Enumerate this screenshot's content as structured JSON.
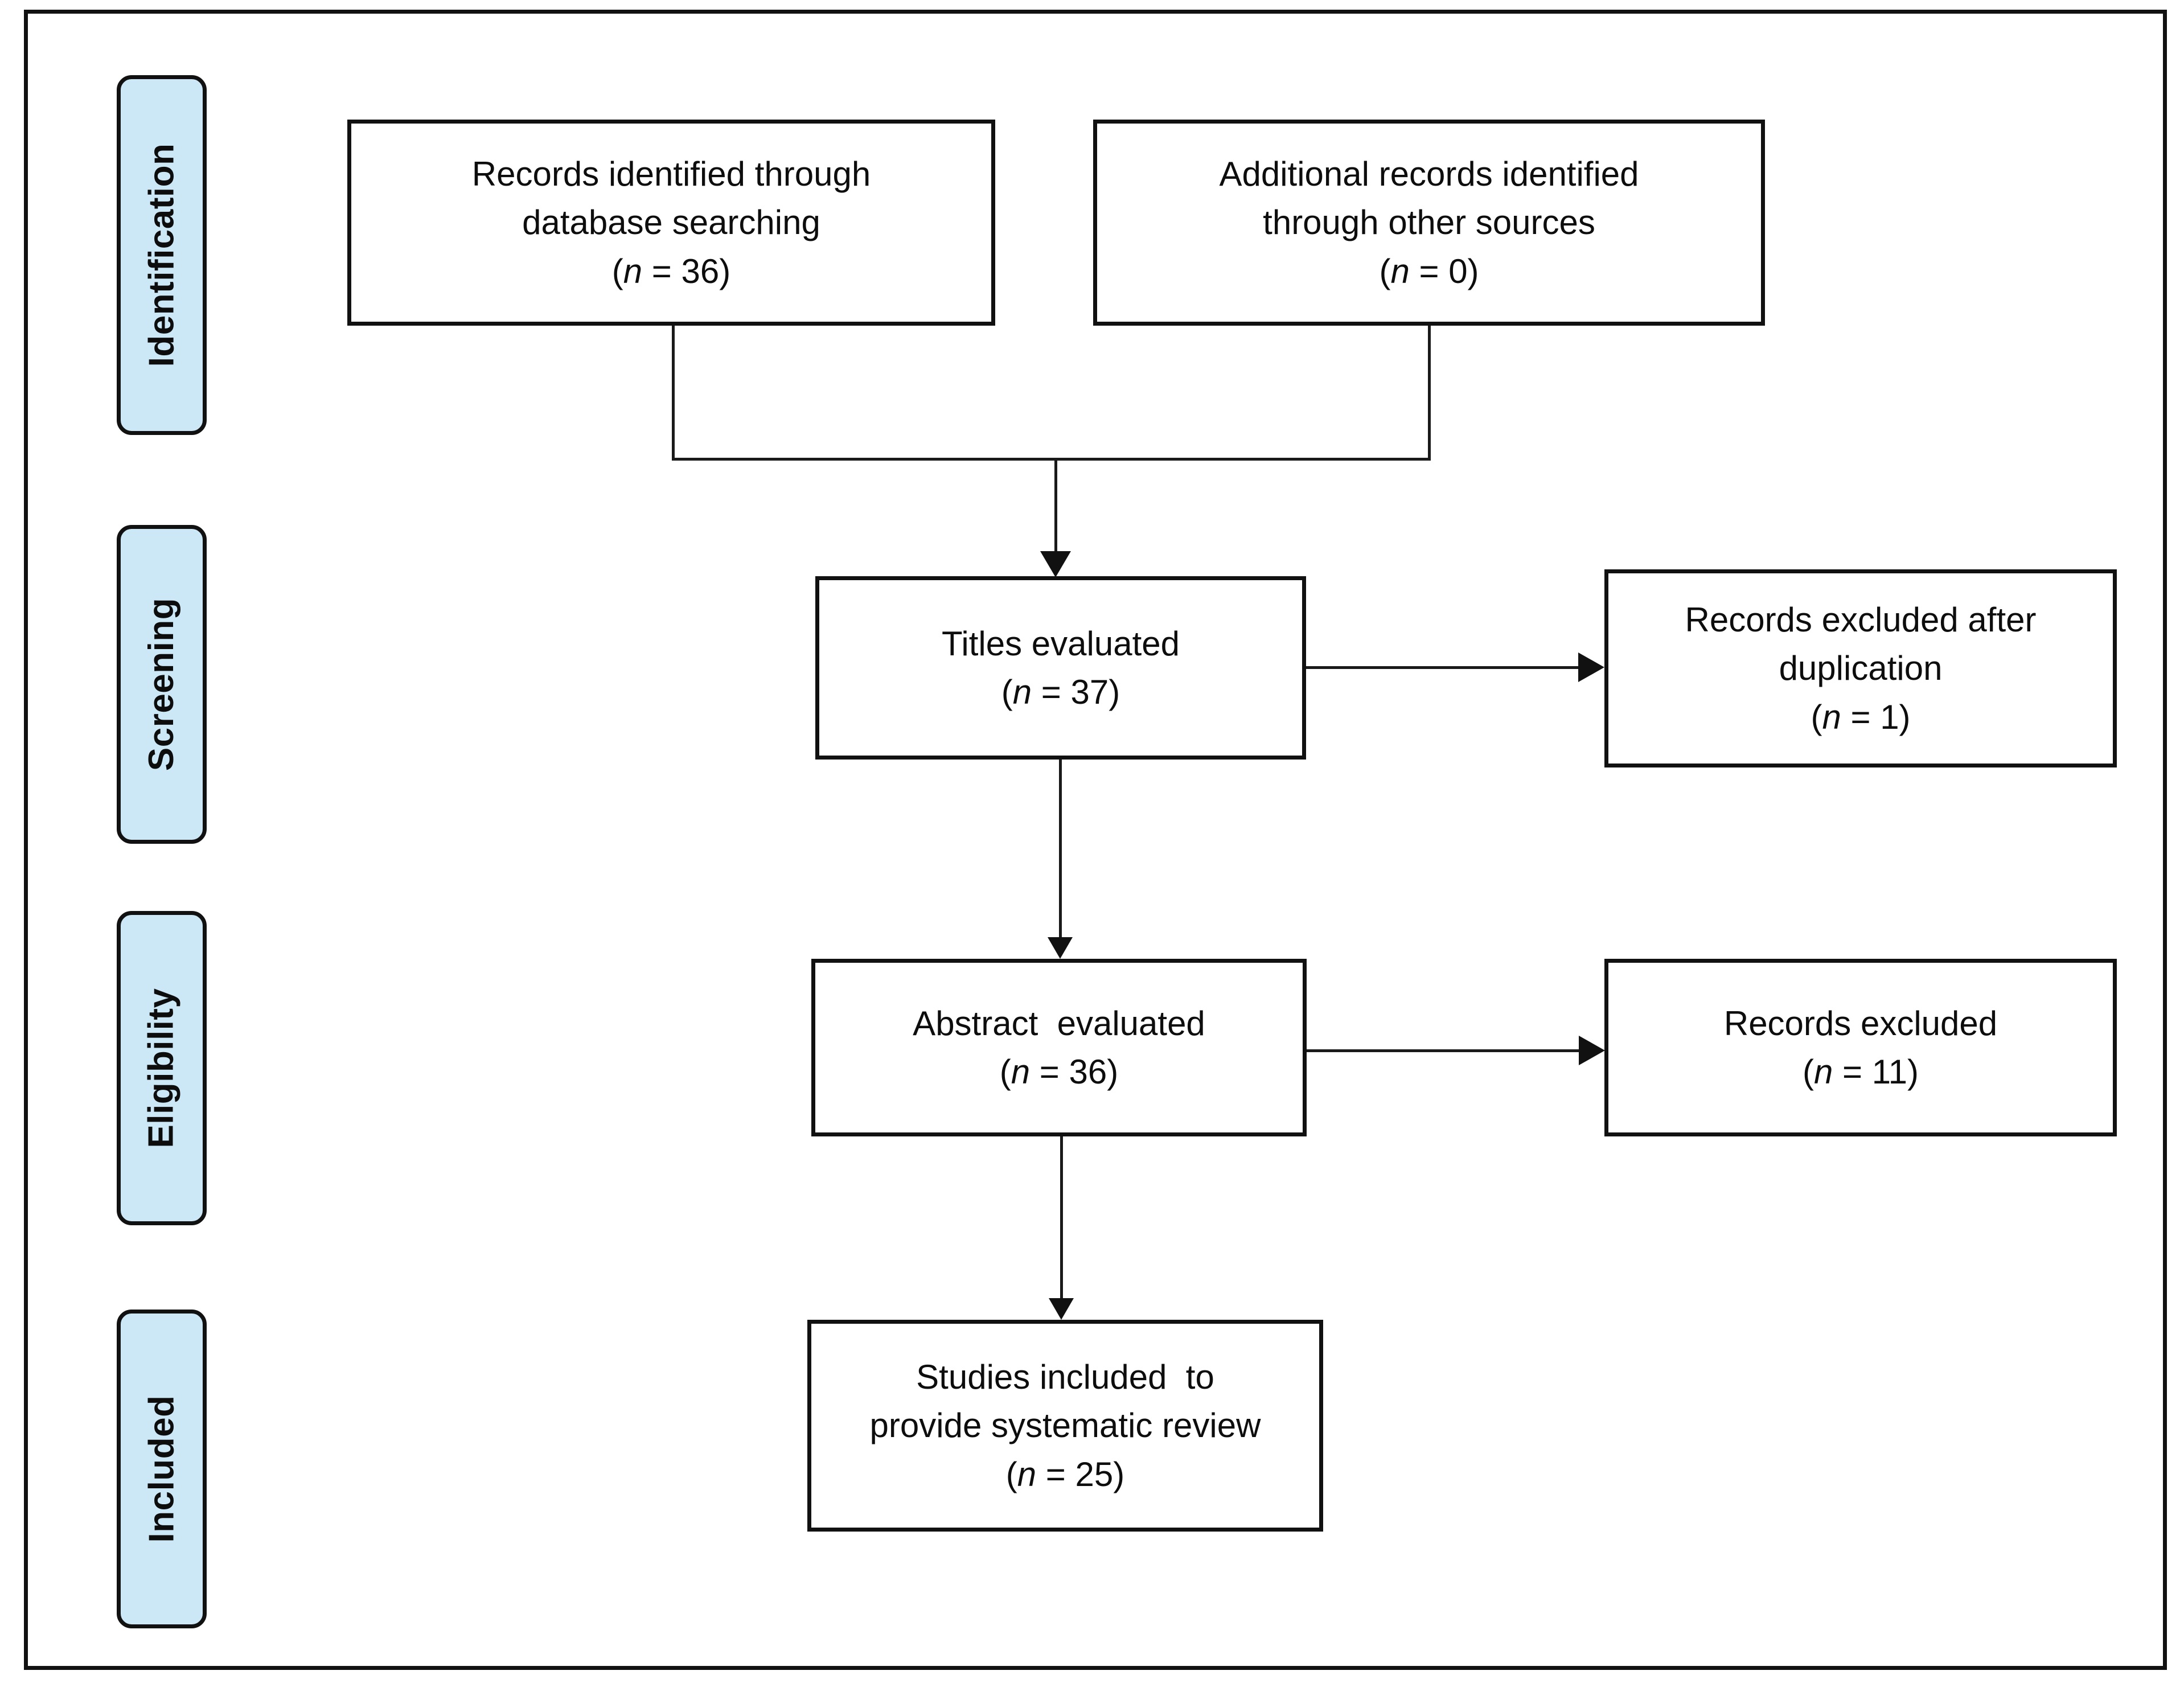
{
  "figure": {
    "type": "prisma-flow-diagram",
    "frame_color": "#111111",
    "stage_pill_fill": "#cce8f7",
    "text_color": "#0d0d0d"
  },
  "stages": [
    {
      "key": "identification",
      "label": "Identification"
    },
    {
      "key": "screening",
      "label": "Screening"
    },
    {
      "key": "eligibility",
      "label": "Eligibility"
    },
    {
      "key": "included",
      "label": "Included"
    }
  ],
  "boxes": {
    "database_searching": {
      "line1": "Records identified through",
      "line2": "database searching",
      "count_open": "(",
      "count_n": "n",
      "count_rest": " = 36)",
      "n_value": 36
    },
    "other_sources": {
      "line1": "Additional records identified",
      "line2": "through other sources",
      "count_open": "(",
      "count_n": "n",
      "count_rest": " = 0)",
      "n_value": 0
    },
    "titles_evaluated": {
      "line1": "Titles evaluated",
      "count_open": "(",
      "count_n": "n",
      "count_rest": " = 37)",
      "n_value": 37
    },
    "excluded_duplication": {
      "line1": "Records excluded after",
      "line2": "duplication",
      "count_open": "(",
      "count_n": "n",
      "count_rest": " = 1)",
      "n_value": 1
    },
    "abstract_evaluated": {
      "line1": "Abstract  evaluated",
      "count_open": "(",
      "count_n": "n",
      "count_rest": " = 36)",
      "n_value": 36
    },
    "records_excluded": {
      "line1": "Records excluded",
      "count_open": "(",
      "count_n": "n",
      "count_rest": " = 11)",
      "n_value": 11
    },
    "studies_included": {
      "line1": "Studies included  to",
      "line2": "provide systematic review",
      "count_open": "(",
      "count_n": "n",
      "count_rest": " = 25)",
      "n_value": 25
    }
  },
  "chart_data": {
    "type": "diagram",
    "title": "PRISMA study selection flow",
    "nodes": [
      {
        "id": "database_searching",
        "stage": "Identification",
        "label": "Records identified through database searching",
        "n": 36
      },
      {
        "id": "other_sources",
        "stage": "Identification",
        "label": "Additional records identified through other sources",
        "n": 0
      },
      {
        "id": "titles_evaluated",
        "stage": "Screening",
        "label": "Titles evaluated",
        "n": 37
      },
      {
        "id": "excluded_duplication",
        "stage": "Screening",
        "label": "Records excluded after duplication",
        "n": 1
      },
      {
        "id": "abstract_evaluated",
        "stage": "Eligibility",
        "label": "Abstract  evaluated",
        "n": 36
      },
      {
        "id": "records_excluded",
        "stage": "Eligibility",
        "label": "Records excluded",
        "n": 11
      },
      {
        "id": "studies_included",
        "stage": "Included",
        "label": "Studies included  to provide systematic review",
        "n": 25
      }
    ],
    "edges": [
      {
        "from": "database_searching",
        "to": "titles_evaluated"
      },
      {
        "from": "other_sources",
        "to": "titles_evaluated"
      },
      {
        "from": "titles_evaluated",
        "to": "excluded_duplication"
      },
      {
        "from": "titles_evaluated",
        "to": "abstract_evaluated"
      },
      {
        "from": "abstract_evaluated",
        "to": "records_excluded"
      },
      {
        "from": "abstract_evaluated",
        "to": "studies_included"
      }
    ]
  }
}
